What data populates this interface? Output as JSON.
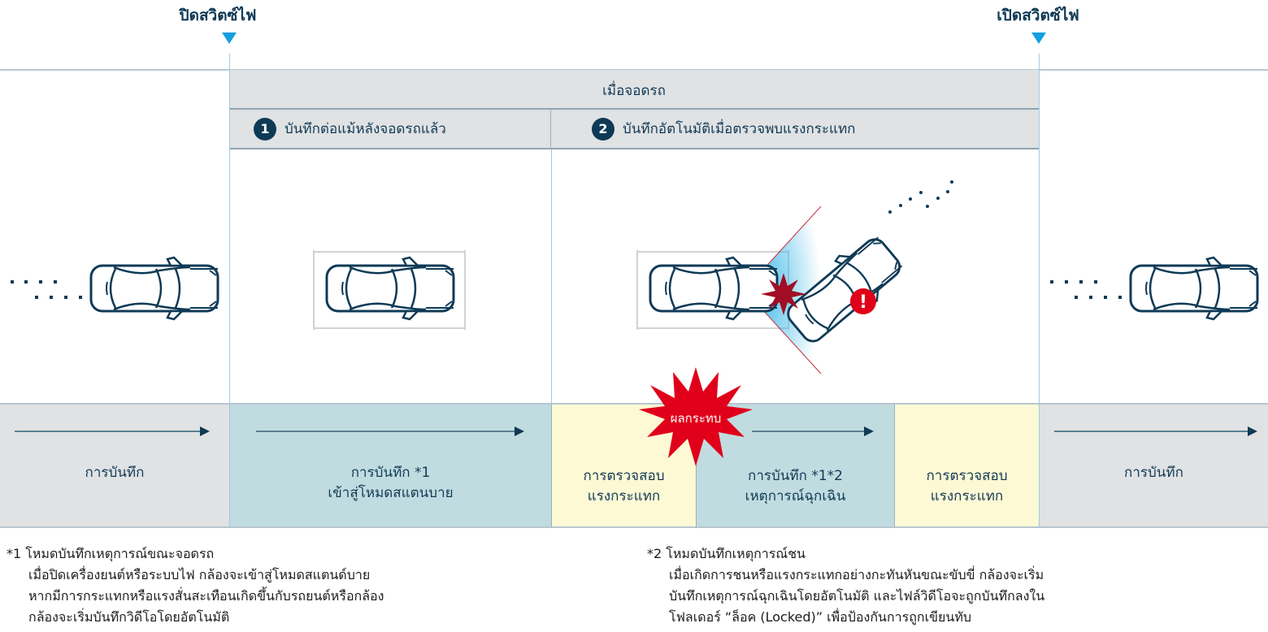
{
  "timeline": {
    "switch_off_label": "ปิดสวิตซ์ไฟ",
    "switch_on_label": "เปิดสวิตซ์ไฟ"
  },
  "header": {
    "parked_title": "เมื่อจอดรถ",
    "modes": [
      {
        "number": "1",
        "label": "บันทึกต่อแม้หลังจอดรถแล้ว"
      },
      {
        "number": "2",
        "label": "บันทึกอัตโนมัติเมื่อตรวจพบแรงกระแทก"
      }
    ]
  },
  "impact_badge": "ผลกระทบ",
  "alert_icon_glyph": "!",
  "segments": [
    {
      "line1": "การบันทึก",
      "line2": ""
    },
    {
      "line1": "การบันทึก *1",
      "line2": "เข้าสู่โหมดสแตนบาย"
    },
    {
      "line1": "การตรวจสอบ",
      "line2": "แรงกระแทก"
    },
    {
      "line1": "การบันทึก *1*2",
      "line2": "เหตุการณ์ฉุกเฉิน"
    },
    {
      "line1": "การตรวจสอบ",
      "line2": "แรงกระแทก"
    },
    {
      "line1": "การบันทึก",
      "line2": ""
    }
  ],
  "notes": [
    {
      "title": "*1 โหมดบันทึกเหตุการณ์ขณะจอดรถ",
      "lines": [
        "เมื่อปิดเครื่องยนต์หรือระบบไฟ กล้องจะเข้าสู่โหมดสแตนด์บาย",
        "หากมีการกระแทกหรือแรงสั่นสะเทือนเกิดขึ้นกับรถยนต์หรือกล้อง",
        "กล้องจะเริ่มบันทึกวิดีโอโดยอัตโนมัติ"
      ]
    },
    {
      "title": "*2 โหมดบันทึกเหตุการณ์ชน",
      "lines": [
        "เมื่อเกิดการชนหรือแรงกระแทกอย่างกะทันหันขณะขับขี่ กล้องจะเริ่ม",
        "บันทึกเหตุการณ์ฉุกเฉินโดยอัตโนมัติ และไฟล์วิดีโอจะถูกบันทึกลงใน",
        "โฟลเดอร์ “ล็อค (Locked)” เพื่อป้องกันการถูกเขียนทับ"
      ]
    }
  ],
  "colors": {
    "navy": "#0f3a56",
    "marker_blue": "#159fe0",
    "header_gray": "#e0e2e4",
    "recording_teal": "#c0dce0",
    "detect_yellow": "#fdf9d5",
    "impact_red": "#e0001a"
  }
}
